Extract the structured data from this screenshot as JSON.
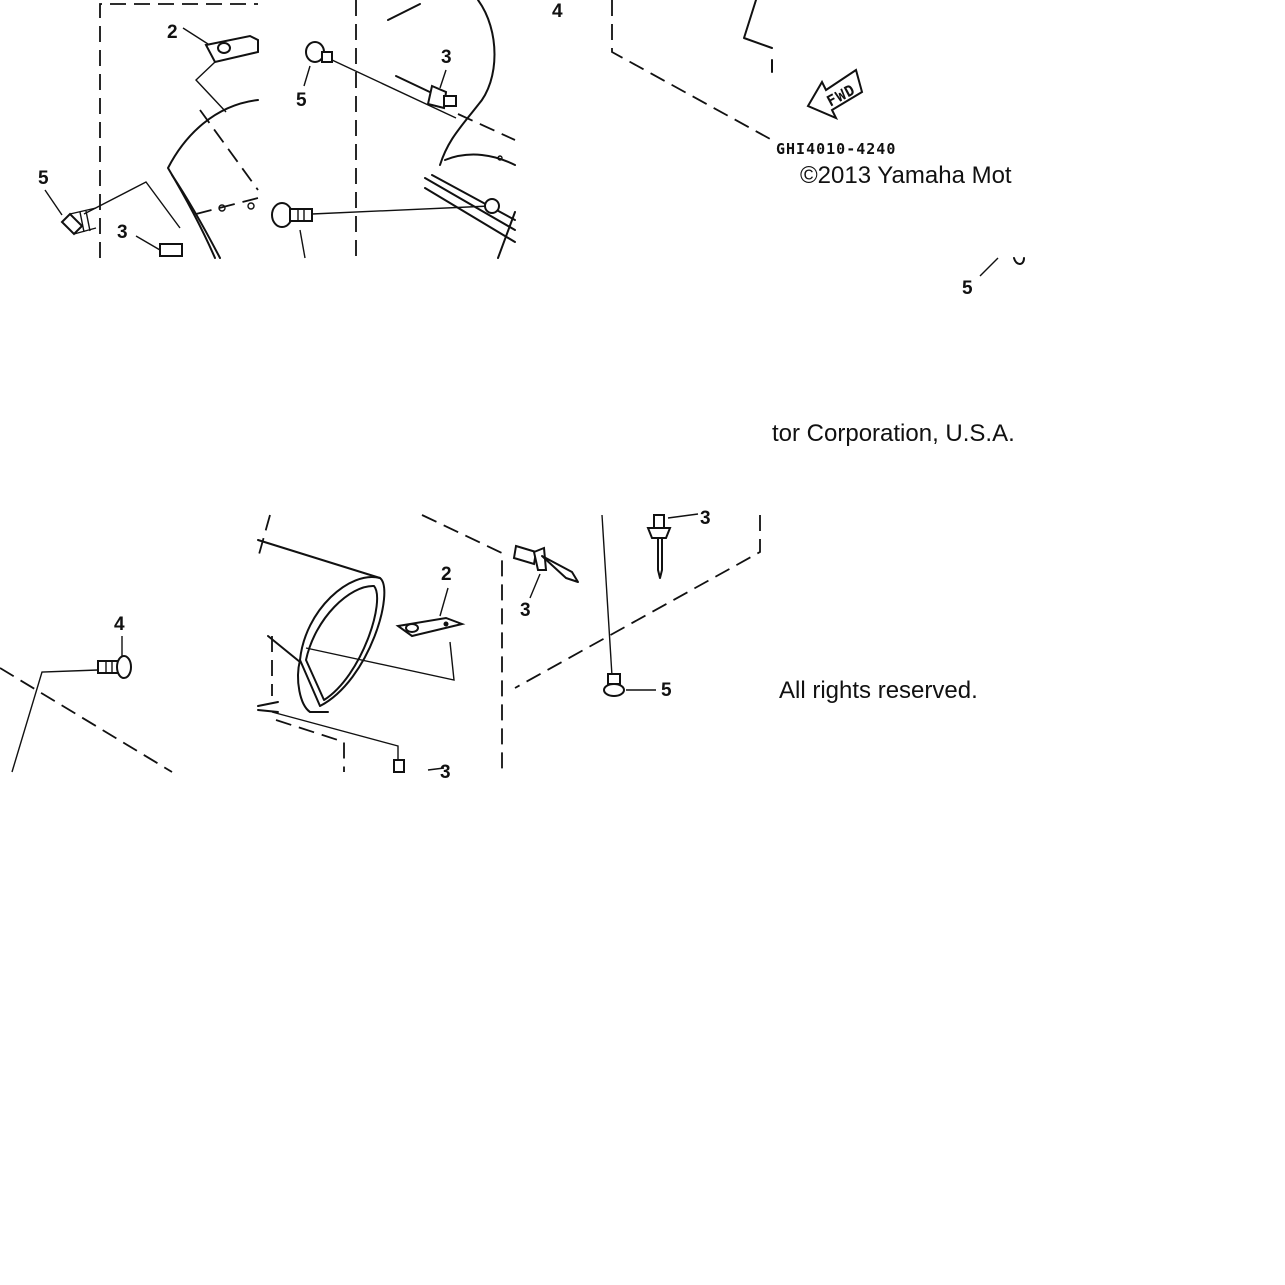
{
  "diagram": {
    "callouts": [
      "2",
      "3",
      "4",
      "5"
    ],
    "diagram_code": "GHI4010-4240",
    "fwd_label": "FWD"
  },
  "copyright": {
    "line1": "©2013 Yamaha Mot",
    "line2": "tor Corporation, U.S.A.",
    "line3": "All rights reserved."
  }
}
